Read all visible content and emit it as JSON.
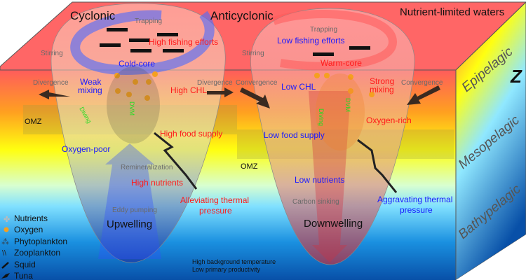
{
  "title_left": "Cyclonic",
  "title_mid": "Anticyclonic",
  "title_right": "Nutrient-limited waters",
  "cyclonic": {
    "trapping": "Trapping",
    "fishing": "High fishing efforts",
    "stirring": "Stirring",
    "core": "Cold-core",
    "divergence_left": "Divergence",
    "divergence_right": "Divergence",
    "mixing_1": "Weak",
    "mixing_2": "mixing",
    "chl": "High CHL",
    "diving": "Diving",
    "dvm": "DVM",
    "omz": "OMZ",
    "food": "High food supply",
    "oxygen": "Oxygen-poor",
    "remineralization": "Remineralization",
    "nutrients": "High nutrients",
    "thermal_1": "Alleviating thermal",
    "thermal_2": "pressure",
    "pumping": "Eddy pumping",
    "flow": "Upwelling"
  },
  "anticyclonic": {
    "trapping": "Trapping",
    "fishing": "Low fishing efforts",
    "stirring": "Stirring",
    "core": "Warm-core",
    "convergence_left": "Convergence",
    "convergence_right": "Convergence",
    "chl": "Low CHL",
    "mixing_1": "Strong",
    "mixing_2": "mixing",
    "diving": "Diving",
    "dvm": "DVM",
    "oxygen": "Oxygen-rich",
    "food": "Low food supply",
    "omz": "OMZ",
    "nutrients": "Low nutrients",
    "sinking": "Carbon sinking",
    "thermal_1": "Aggravating thermal",
    "thermal_2": "pressure",
    "flow": "Downwelling"
  },
  "background_1": "High background temperature",
  "background_2": "Low primary productivity",
  "depth_axis": "Z",
  "zones": [
    "Epipelagic",
    "Mesopelagic",
    "Bathypelagic"
  ],
  "legend": [
    "Nutrients",
    "Oxygen",
    "Phytoplankton",
    "Zooplankton",
    "Squid",
    "Tuna"
  ],
  "colors": {
    "surface": "#ff6464",
    "orange": "#f5a623",
    "yellow": "#ffff00",
    "blue": "#0a64c8"
  }
}
